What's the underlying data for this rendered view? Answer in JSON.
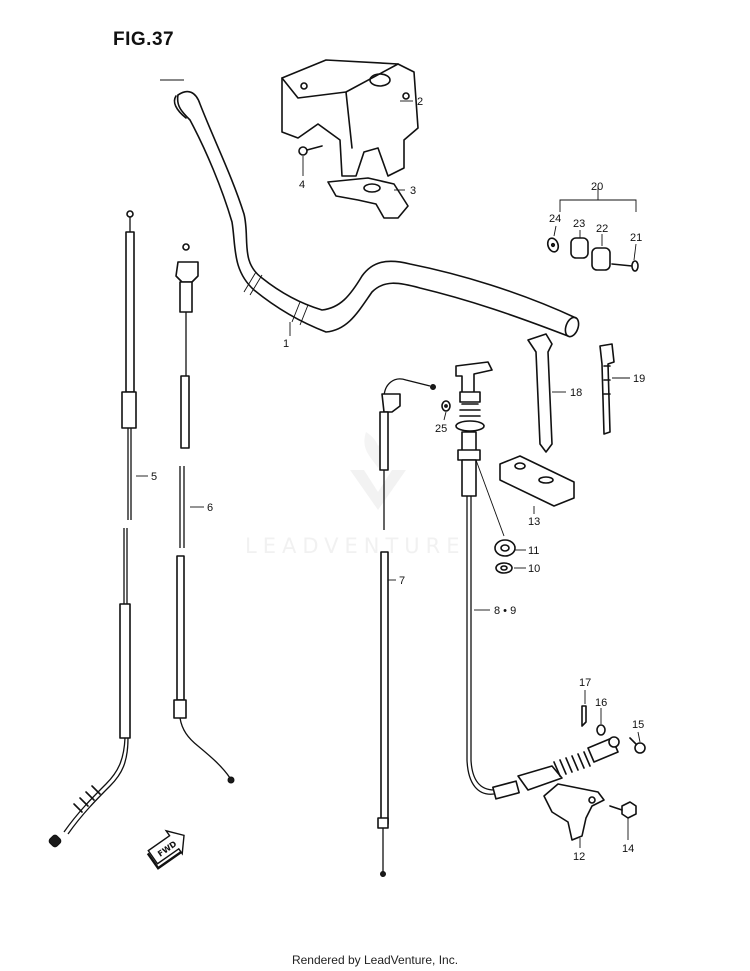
{
  "figure": {
    "title": "FIG.37"
  },
  "watermark": {
    "text": "LEADVENTURE"
  },
  "footer": {
    "text": "Rendered by LeadVenture, Inc."
  },
  "direction_marker": {
    "text": "FWD",
    "icon": "fwd-arrow-icon"
  },
  "callouts": {
    "c1": "1",
    "c2": "2",
    "c3": "3",
    "c4": "4",
    "c5": "5",
    "c6": "6",
    "c7": "7",
    "c8_9": "8 • 9",
    "c10": "10",
    "c11": "11",
    "c12": "12",
    "c13": "13",
    "c14": "14",
    "c15": "15",
    "c16": "16",
    "c17": "17",
    "c18": "18",
    "c19": "19",
    "c20": "20",
    "c21": "21",
    "c22": "22",
    "c23": "23",
    "c24": "24",
    "c25": "25"
  }
}
